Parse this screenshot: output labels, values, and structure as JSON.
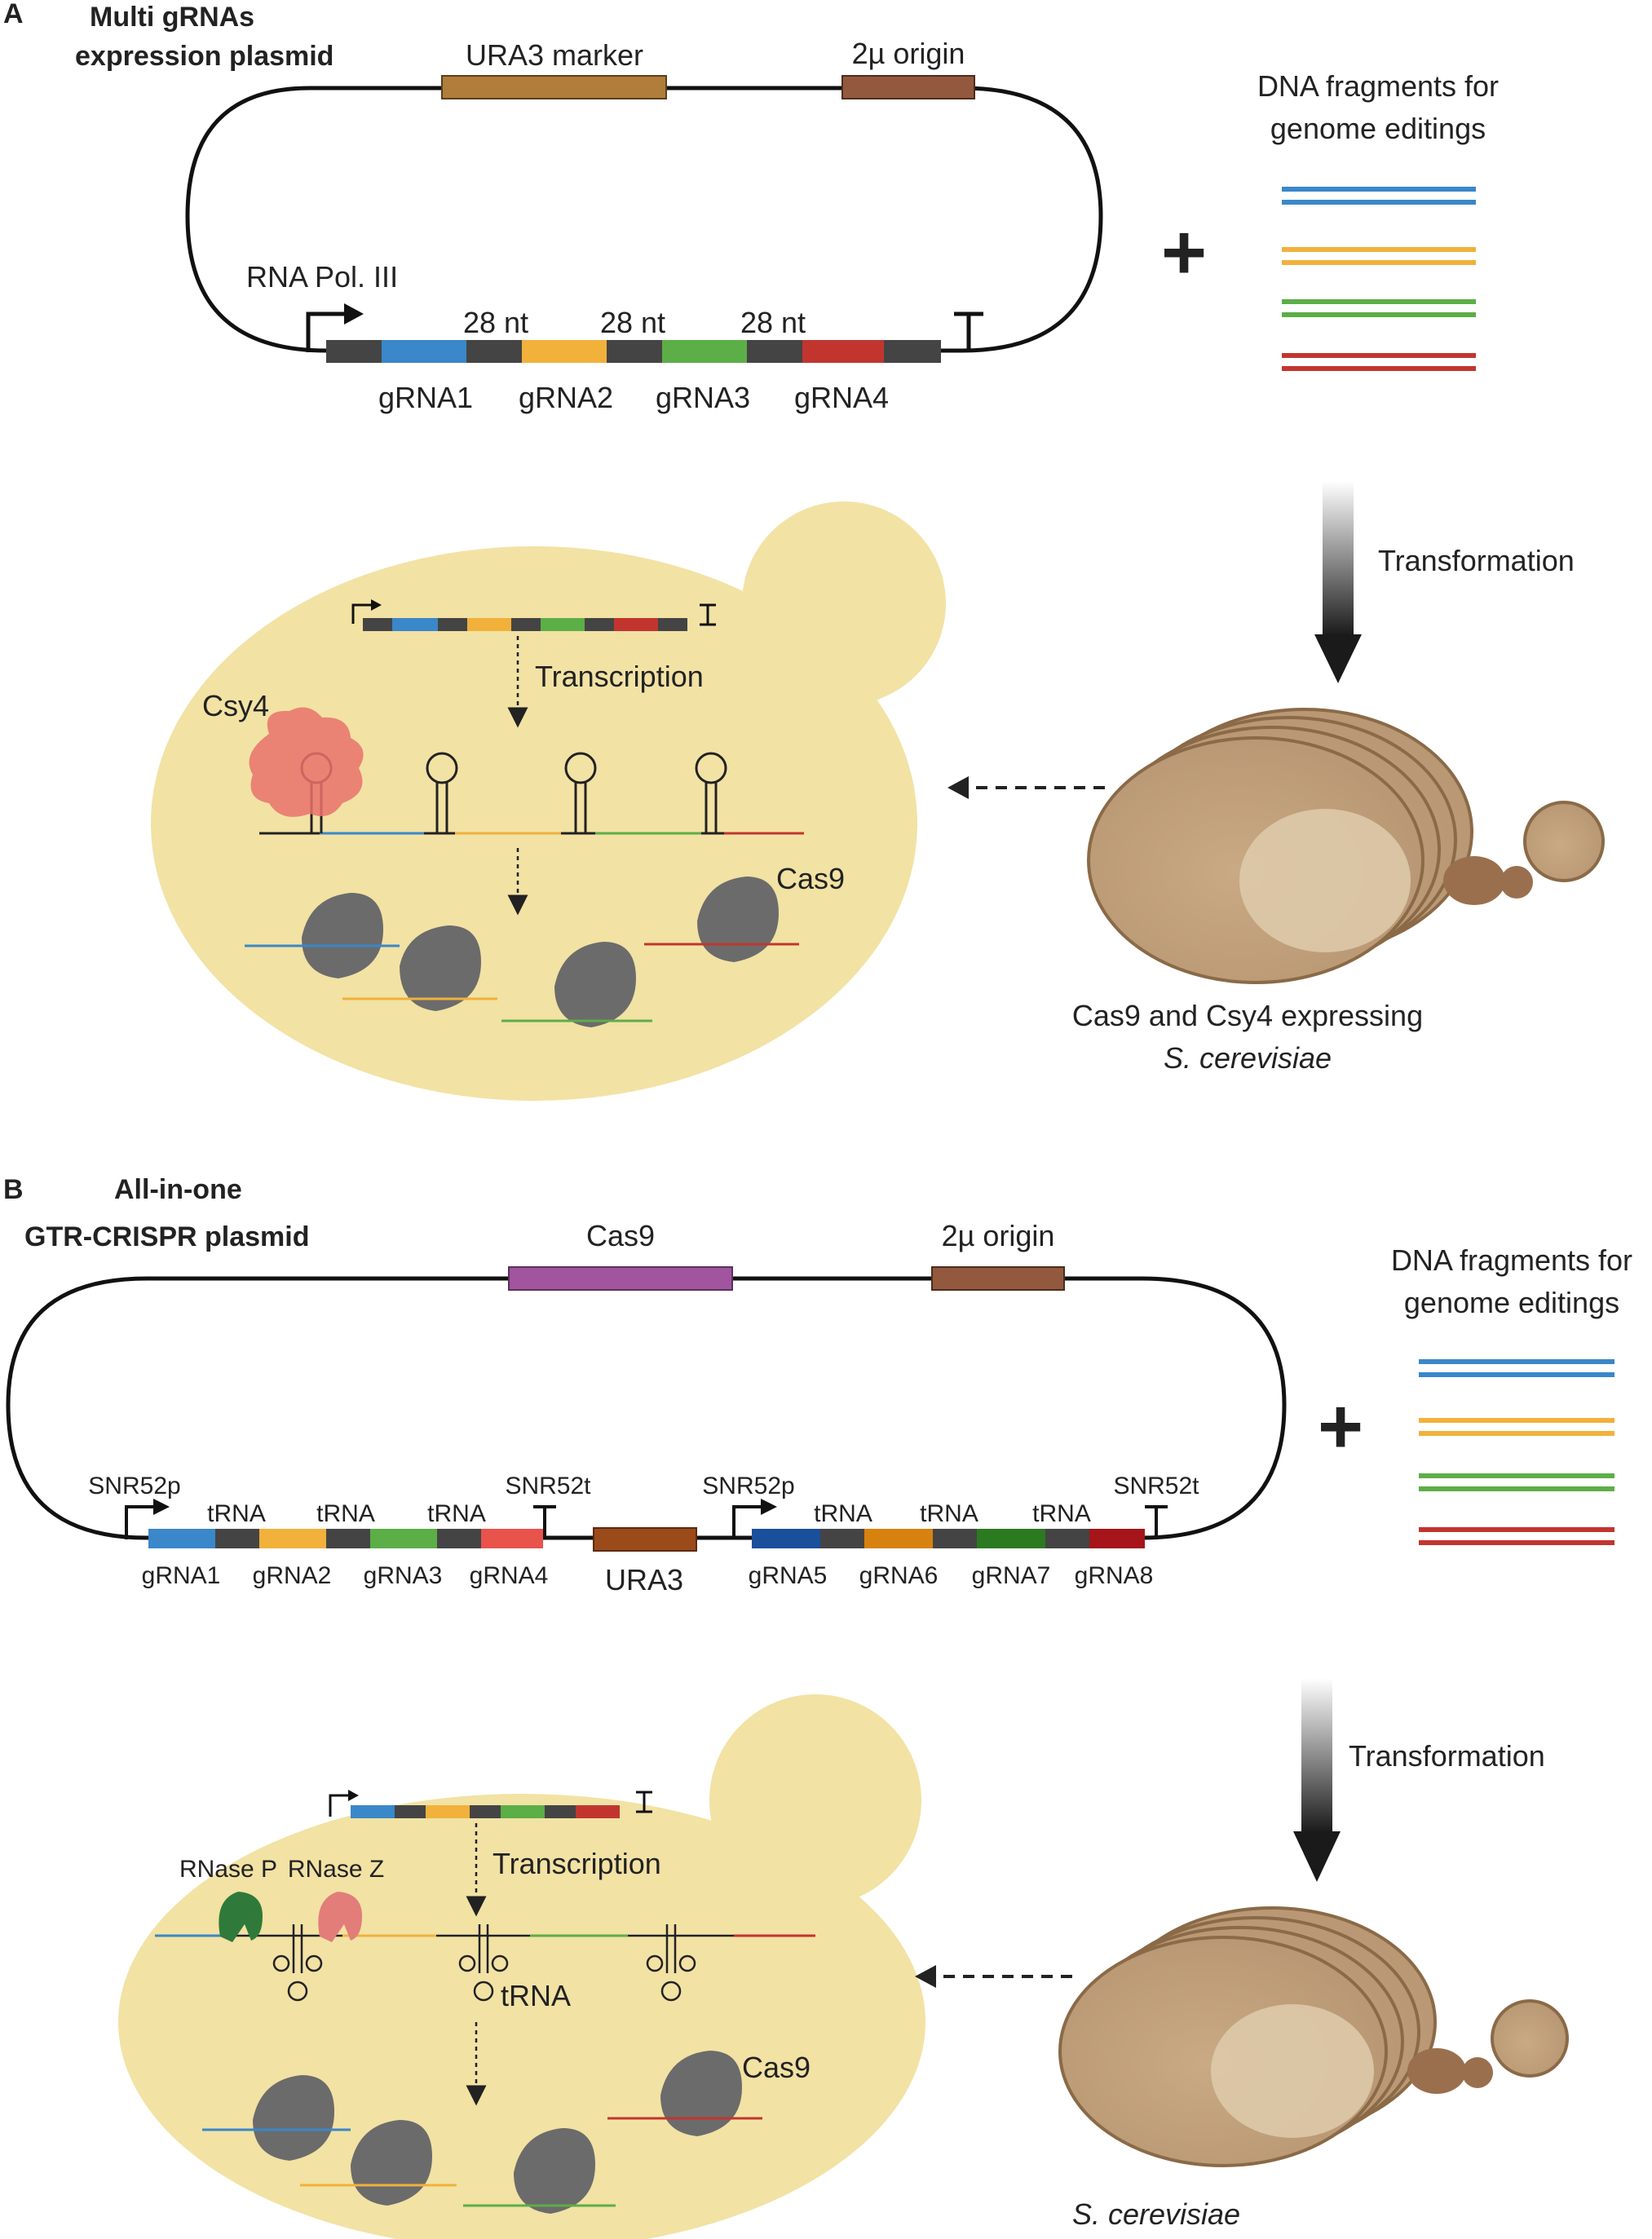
{
  "panelA": {
    "letter": "A",
    "title_line1": "Multi gRNAs",
    "title_line2": "expression plasmid",
    "marker_label": "URA3 marker",
    "origin_label": "2µ origin",
    "promoter_label": "RNA Pol. III",
    "spacer_labels": [
      "28 nt",
      "28 nt",
      "28 nt"
    ],
    "grna_labels": [
      "gRNA1",
      "gRNA2",
      "gRNA3",
      "gRNA4"
    ],
    "plus": "+",
    "fragments_line1": "DNA fragments for",
    "fragments_line2": "genome editings",
    "transformation": "Transformation",
    "transcription": "Transcription",
    "enzyme": "Csy4",
    "cas9": "Cas9",
    "cell_line1": "Cas9 and Csy4 expressing",
    "cell_line2": "S. cerevisiae"
  },
  "panelB": {
    "letter": "B",
    "title_line1": "All-in-one",
    "title_line2": "GTR-CRISPR plasmid",
    "cas9_gene_label": "Cas9",
    "origin_label": "2µ origin",
    "promoter_label": "SNR52p",
    "terminator_label": "SNR52t",
    "trna_label": "tRNA",
    "grna_labels": [
      "gRNA1",
      "gRNA2",
      "gRNA3",
      "gRNA4",
      "gRNA5",
      "gRNA6",
      "gRNA7",
      "gRNA8"
    ],
    "ura3": "URA3",
    "plus": "+",
    "fragments_line1": "DNA fragments for",
    "fragments_line2": "genome editings",
    "transformation": "Transformation",
    "transcription": "Transcription",
    "rnase_p": "RNase P",
    "rnase_z": "RNase Z",
    "trna_center": "tRNA",
    "cas9": "Cas9",
    "cell_label": "S. cerevisiae"
  },
  "colors": {
    "blue": "#3a87c9",
    "orange": "#f1b13b",
    "green": "#5cae47",
    "red": "#c2352f",
    "dark": "#444444",
    "ura3_marker": "#b07d3a",
    "origin": "#93593e",
    "cas9_gene": "#a0559e",
    "yeast_fill": "#f2e2a4"
  }
}
